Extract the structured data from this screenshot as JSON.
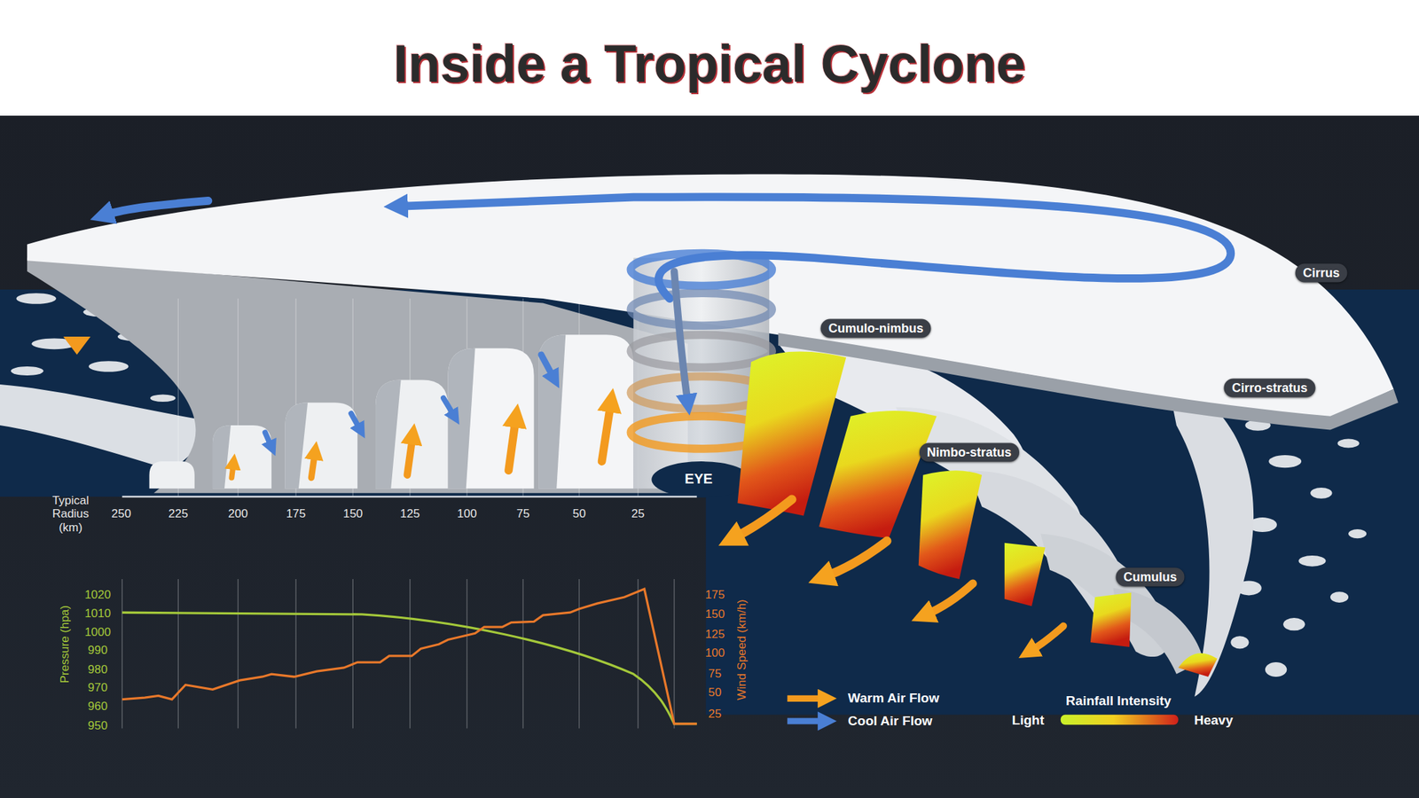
{
  "diagram": {
    "title": "Inside a Tropical Cyclone",
    "nodes": [
      {
        "text": [
          "Cirrus"
        ]
      },
      {
        "text": [
          "Cumulo-nimbus"
        ]
      },
      {
        "text": [
          "Cirro-stratus"
        ]
      },
      {
        "text": [
          "Nimbo-stratus"
        ]
      },
      {
        "text": [
          "Cumulus"
        ]
      }
    ],
    "labels": [
      "EYE",
      "Typical Radius (km)",
      "250",
      "225",
      "200",
      "175",
      "150",
      "125",
      "100",
      "75",
      "50",
      "25",
      "1020",
      "1010",
      "1000",
      "990",
      "980",
      "970",
      "960",
      "950",
      "Pressure (hpa)",
      "175",
      "150",
      "125",
      "100",
      "75",
      "50",
      "25",
      "Wind Speed (km/h)",
      "Rainfall Intensity",
      "Light",
      "Heavy"
    ],
    "legend": [
      {
        "text": "Warm Air Flow"
      },
      {
        "text": "Cool Air Flow"
      }
    ]
  }
}
